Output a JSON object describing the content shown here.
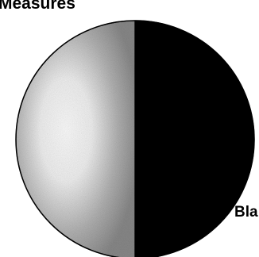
{
  "chart_data": {
    "type": "pie",
    "title": "Measures",
    "slices": [
      {
        "label": "",
        "value": 50,
        "color": "#c8c8c8",
        "texture": "dithered-gradient"
      },
      {
        "label": "Bla",
        "value": 50,
        "color": "#000000",
        "texture": "solid"
      }
    ],
    "legend": "none",
    "grid": false
  }
}
